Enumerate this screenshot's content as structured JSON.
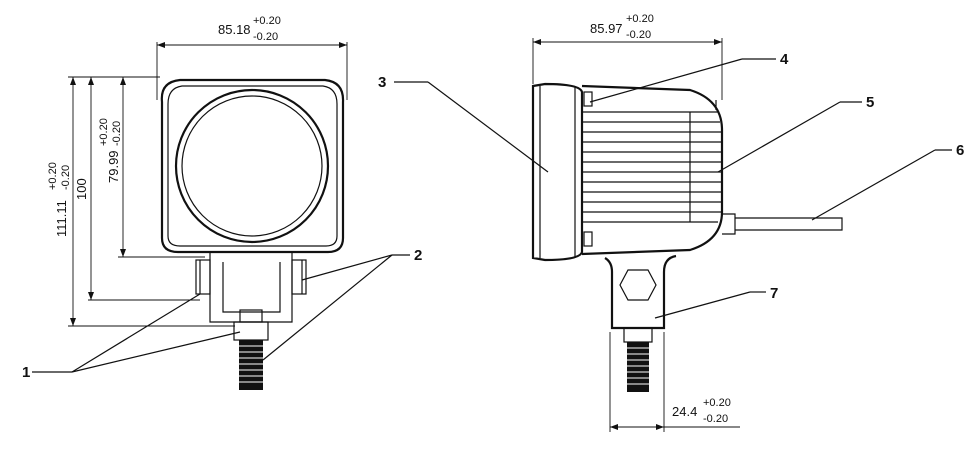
{
  "front_view": {
    "width_dim": {
      "nominal": "85.18",
      "tol_plus": "+0.20",
      "tol_minus": "-0.20"
    },
    "height_total_dim": {
      "nominal": "111.11",
      "tol_plus": "+0.20",
      "tol_minus": "-0.20"
    },
    "height_mid_dim": {
      "nominal": "100"
    },
    "height_lens_dim": {
      "nominal": "79.99",
      "tol_plus": "+0.20",
      "tol_minus": "-0.20"
    }
  },
  "side_view": {
    "depth_dim": {
      "nominal": "85.97",
      "tol_plus": "+0.20",
      "tol_minus": "-0.20"
    },
    "mount_dim": {
      "nominal": "24.4",
      "tol_plus": "+0.20",
      "tol_minus": "-0.20"
    }
  },
  "callouts": [
    "1",
    "2",
    "3",
    "4",
    "5",
    "6",
    "7"
  ]
}
